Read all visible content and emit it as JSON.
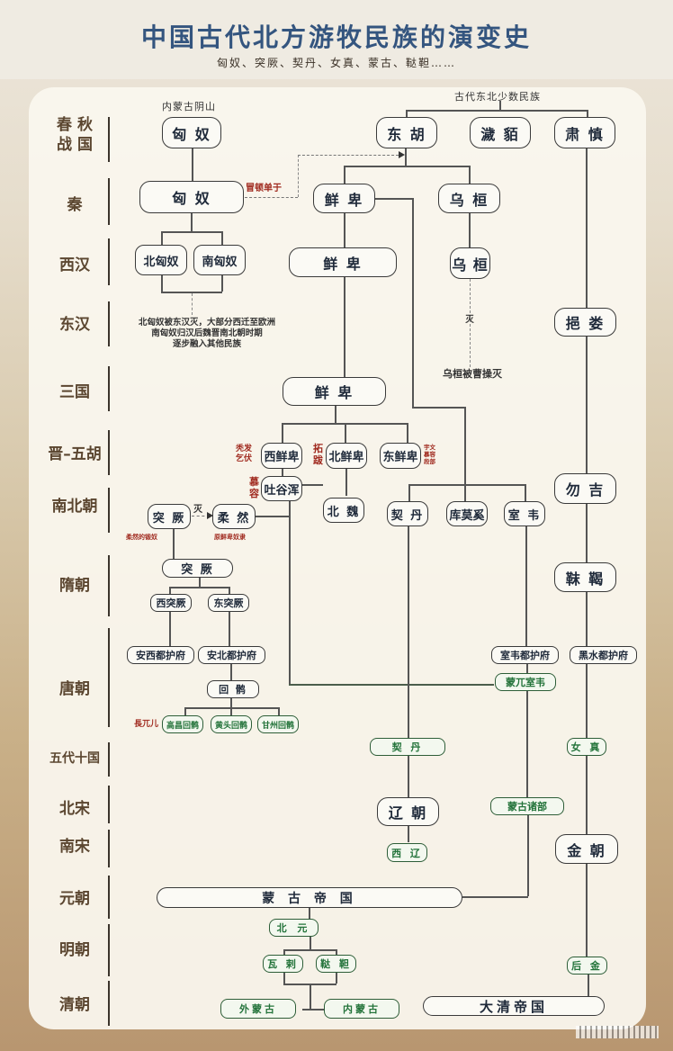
{
  "header": {
    "title": "中国古代北方游牧民族的演变史",
    "subtitle": "匈奴、突厥、契丹、女真、蒙古、鞑靼……"
  },
  "eras": [
    {
      "id": "chunqiu",
      "label": "春 秋\n战 国"
    },
    {
      "id": "qin",
      "label": "秦"
    },
    {
      "id": "xihan",
      "label": "西汉"
    },
    {
      "id": "donghan",
      "label": "东汉"
    },
    {
      "id": "sanguo",
      "label": "三国"
    },
    {
      "id": "jin",
      "label": "晋–五胡"
    },
    {
      "id": "nanbeichao",
      "label": "南北朝"
    },
    {
      "id": "sui",
      "label": "隋朝"
    },
    {
      "id": "tang",
      "label": "唐朝"
    },
    {
      "id": "wudai",
      "label": "五代十国"
    },
    {
      "id": "beisong",
      "label": "北宋"
    },
    {
      "id": "nansong",
      "label": "南宋"
    },
    {
      "id": "yuan",
      "label": "元朝"
    },
    {
      "id": "ming",
      "label": "明朝"
    },
    {
      "id": "qing",
      "label": "清朝"
    }
  ],
  "labels": {
    "yinshan": "内蒙古阴山",
    "northeast": "古代东北少数民族",
    "modun": "冒顿单于",
    "xiongnu_fate": [
      "北匈奴被东汉灭，大部分西迁至欧洲",
      "南匈奴归汉后魏晋南北朝时期",
      "逐步融入其他民族"
    ],
    "miewu": "灭",
    "wuhuan_fate": "乌桓被曹操灭",
    "tufa": "秃发\n乞伏",
    "tuoba": "拓\n跋",
    "murong": "慕\n容",
    "yuwen": "宇文\n慕容\n段部",
    "mie_tujue": "灭",
    "rouran_slave": "柔然的锻奴",
    "xianbei_slave": "原鲜卑奴隶",
    "changwuer": "長兀儿"
  },
  "nodes": {
    "xiongnu1": "匈 奴",
    "donghu": "东 胡",
    "huimo": "濊 貊",
    "sushen": "肃 慎",
    "xiongnu2": "匈 奴",
    "xianbei1": "鲜 卑",
    "wuhuan1": "乌 桓",
    "beixiongnu": "北匈奴",
    "nanxiongnu": "南匈奴",
    "xianbei2": "鲜  卑",
    "wuhuan2": "乌 桓",
    "yilou": "挹 娄",
    "xianbei3": "鲜  卑",
    "xixianbei": "西鲜卑",
    "beixianbei": "北鲜卑",
    "dongxianbei": "东鲜卑",
    "tuyuhun": "吐谷浑",
    "tujue1": "突 厥",
    "rouran": "柔 然",
    "beiwei": "北 魏",
    "qidan1": "契 丹",
    "kumoxi": "库莫奚",
    "shiwei": "室 韦",
    "wuji": "勿 吉",
    "tujue2": "突 厥",
    "mohe": "靺 鞨",
    "xitujue": "西突厥",
    "dongtujue": "东突厥",
    "anxi": "安西都护府",
    "anbei": "安北都护府",
    "shiweidhf": "室韦都护府",
    "heishui": "黑水都护府",
    "huihu": "回 鹘",
    "mengwushiwei": "蒙兀室韦",
    "gaochang": "高昌回鹘",
    "huangtou": "黄头回鹘",
    "ganzhou": "甘州回鹘",
    "qidan2": "契 丹",
    "nvzhen": "女 真",
    "liao": "辽 朝",
    "menggu_bu": "蒙古诸部",
    "xiliao": "西 辽",
    "jin": "金 朝",
    "mongol_empire": "蒙 古 帝 国",
    "beiyuan": "北 元",
    "wala": "瓦 剌",
    "dada": "鞑 靼",
    "houjin": "后 金",
    "waimenggu": "外蒙古",
    "neimenggu": "内蒙古",
    "daqing": "大清帝国"
  },
  "colors": {
    "title": "#34557f",
    "era_text": "#5b4630",
    "node_text": "#1f2a3a",
    "green_text": "#23733a",
    "red_note": "#a02a1f"
  }
}
